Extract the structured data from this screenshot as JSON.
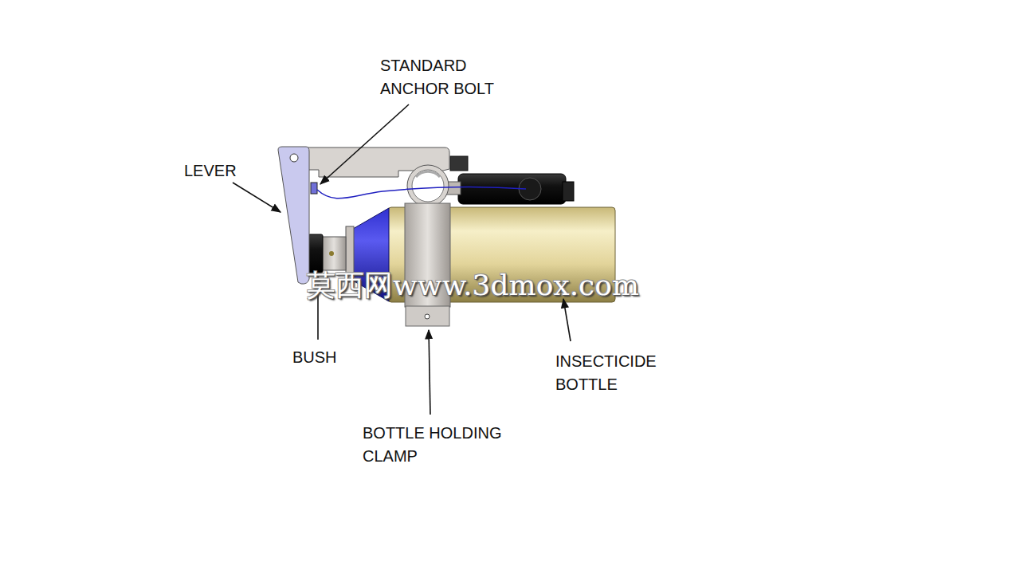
{
  "diagram": {
    "labels": [
      "STANDARD ANCHOR BOLT",
      "LEVER",
      "BUSH",
      "莫西网www.3dmox.com",
      "INSECTICIDE BOTTLE",
      "BOTTLE HOLDING CLAMP"
    ]
  }
}
